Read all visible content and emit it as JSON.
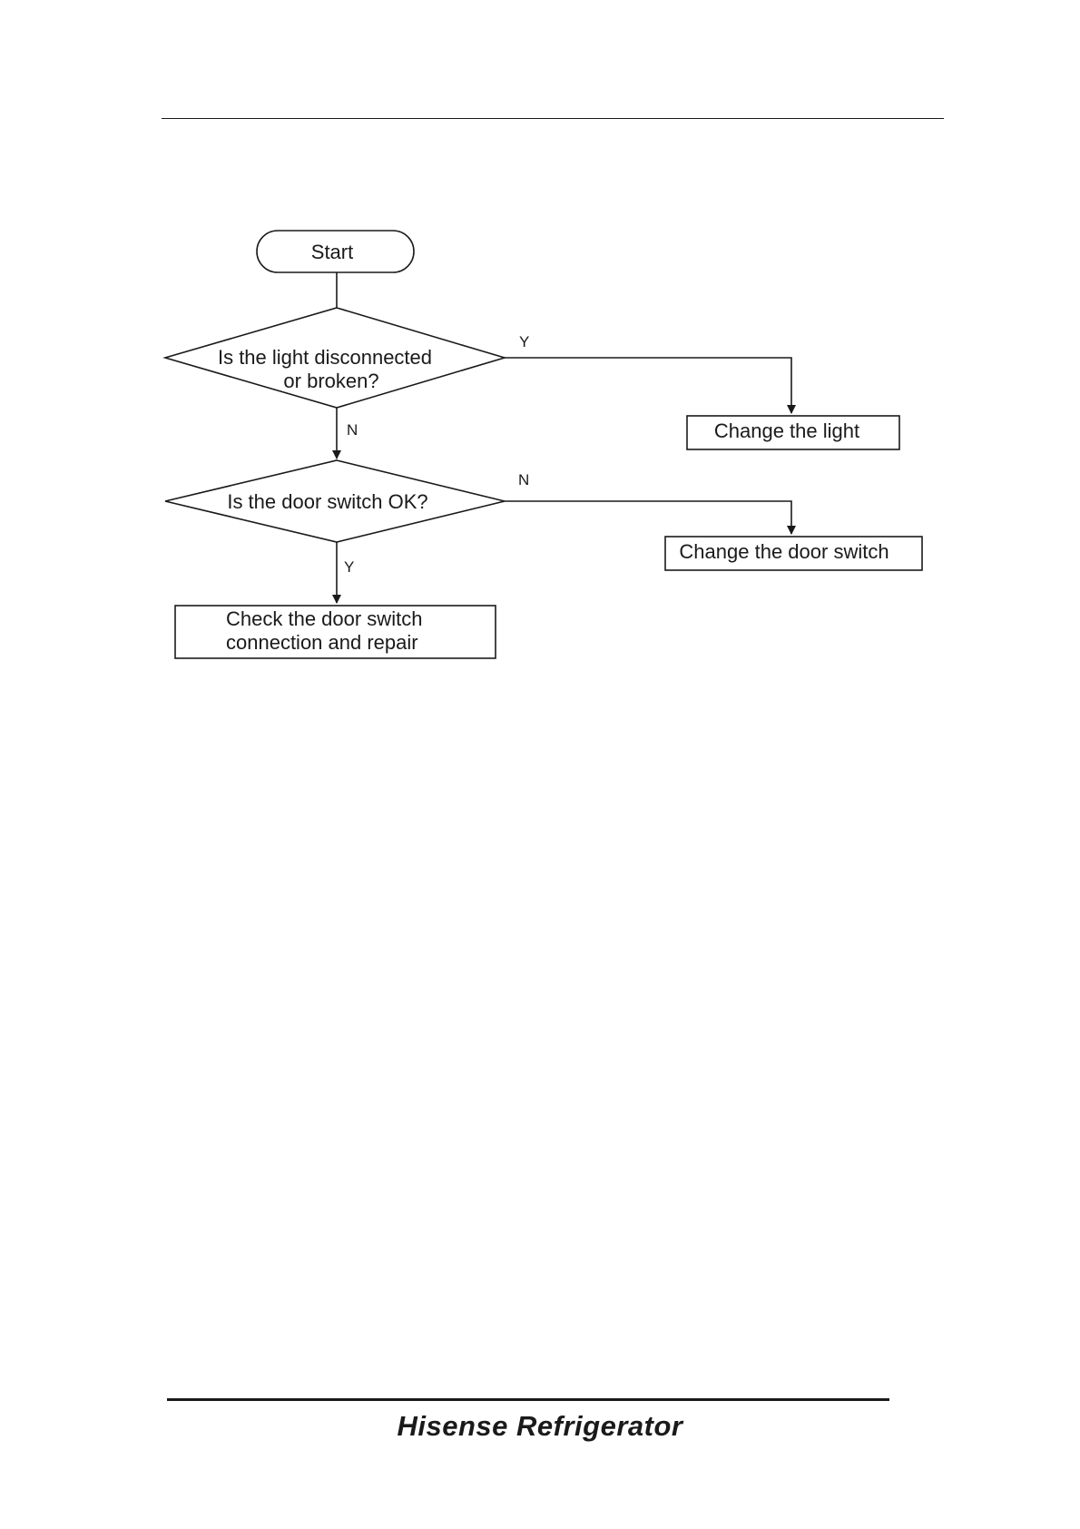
{
  "nodes": {
    "start": "Start",
    "q_light": [
      "Is the light disconnected",
      "or broken?"
    ],
    "q_door": "Is the door switch OK?",
    "change_light": "Change the light",
    "change_door": "Change the door switch",
    "check_door": [
      "Check the door switch",
      "connection and repair"
    ]
  },
  "edges": {
    "light_yes": "Y",
    "light_no": "N",
    "door_no": "N",
    "door_yes": "Y"
  },
  "footer": {
    "brand": "Hisense Refrigerator"
  }
}
